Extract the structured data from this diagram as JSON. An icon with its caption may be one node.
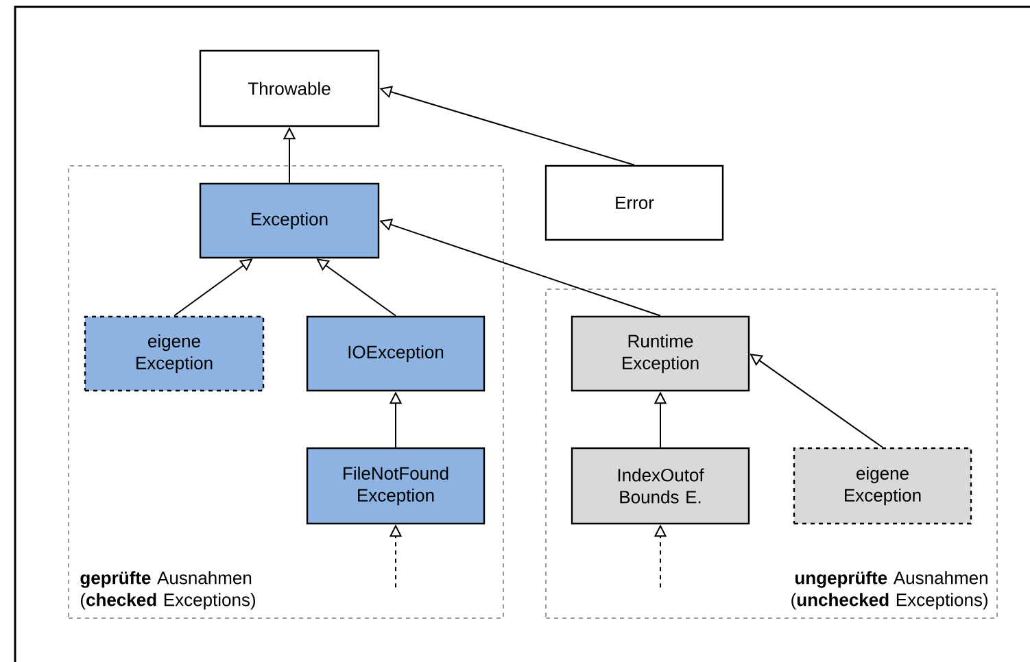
{
  "diagram": {
    "nodes": [
      {
        "text": [
          "Throwable"
        ]
      },
      {
        "text": [
          "Error"
        ]
      },
      {
        "text": [
          "**geprüfte** Ausnahmen (**checked** Exceptions)"
        ]
      },
      {
        "text": [
          "Exception"
        ],
        "in": 2
      },
      {
        "text": [
          "eigene Exception"
        ],
        "in": 2
      },
      {
        "text": [
          "IOException"
        ],
        "in": 2
      },
      {
        "text": [
          "FileNotFound Exception"
        ],
        "in": 2
      },
      {
        "text": [
          "**ungeprüfte** Ausnahmen (**unchecked** Exceptions)"
        ]
      },
      {
        "text": [
          "Runtime Exception"
        ],
        "in": 7
      },
      {
        "text": [
          "IndexOutof Bounds E."
        ],
        "in": 7
      },
      {
        "text": [
          "eigene Exception"
        ],
        "in": 7
      }
    ],
    "edges": [
      {
        "from": 3,
        "to": 0,
        "arrow": "to"
      },
      {
        "from": 1,
        "to": 0,
        "arrow": "to"
      },
      {
        "from": 4,
        "to": 3,
        "arrow": "to"
      },
      {
        "from": 5,
        "to": 3,
        "arrow": "to"
      },
      {
        "from": 6,
        "to": 5,
        "arrow": "to"
      },
      {
        "from": 8,
        "to": 3,
        "arrow": "to"
      },
      {
        "from": 9,
        "to": 8,
        "arrow": "to"
      },
      {
        "from": 10,
        "to": 8,
        "arrow": "to"
      },
      {
        "from": null,
        "to": 6,
        "arrow": "to",
        "style": "dashed"
      },
      {
        "from": null,
        "to": 9,
        "arrow": "to",
        "style": "dashed"
      }
    ]
  }
}
